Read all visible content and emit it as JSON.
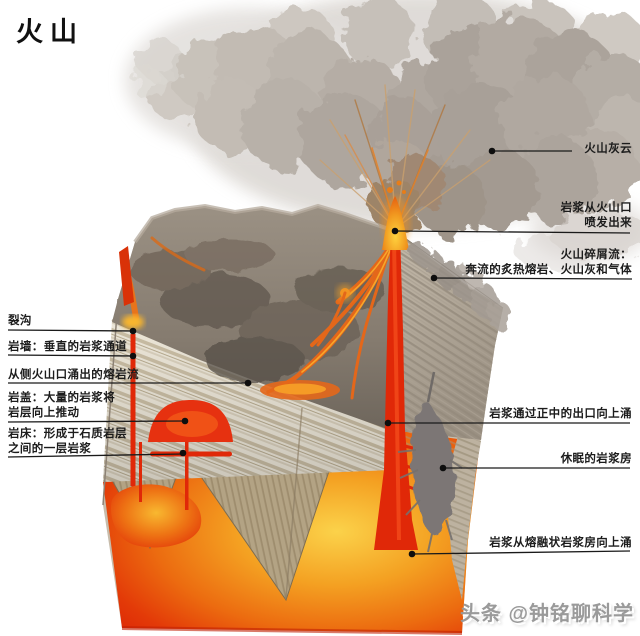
{
  "page": {
    "title": "火山",
    "watermark": "头条 @钟铭聊科学"
  },
  "labels": {
    "ash_cloud": "火山灰云",
    "eruption_1": "岩浆从火山口",
    "eruption_2": "喷发出来",
    "pyroclastic_1": "火山碎屑流：",
    "pyroclastic_2": "奔流的炙热熔岩、火山灰和气体",
    "central_vent": "岩浆通过正中的出口向上涌",
    "dormant_chamber": "休眠的岩浆房",
    "magma_rising": "岩浆从熔融状岩浆房向上涌",
    "fissure": "裂沟",
    "dike": "岩墙：垂直的岩浆通道",
    "side_lava_flow": "从侧火山口涌出的熔岩流",
    "laccolith_1": "岩盖：大量的岩浆将",
    "laccolith_2": "岩层向上推动",
    "sill_1": "岩床：形成于石质岩层",
    "sill_2": "之间的一层岩浆"
  },
  "colors": {
    "magma_core": "#fbd24a",
    "magma_mid": "#ef8a1d",
    "magma_edge": "#e02d06",
    "lava_flow": "#e4671a",
    "conduit_red": "#e02808",
    "ash_gray": "#aaa29a",
    "rock_gray": "#8d8176",
    "strata_cream": "#ece6d8",
    "dormant_gray": "#7b7674",
    "leader_line": "#1a1a1a"
  }
}
